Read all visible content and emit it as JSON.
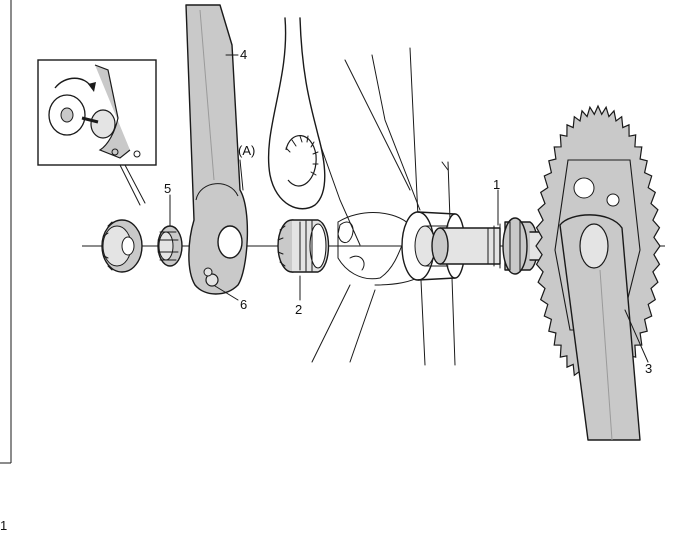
{
  "callouts": {
    "n1": "1",
    "n2": "2",
    "n3": "3",
    "n4": "4",
    "n5": "5",
    "n6": "6",
    "a": "(A)"
  },
  "corner_mark": "1",
  "colors": {
    "part_fill": "#c9c9c9",
    "part_fill_light": "#e4e4e4",
    "stroke": "#1a1a1a",
    "background": "#ffffff"
  }
}
